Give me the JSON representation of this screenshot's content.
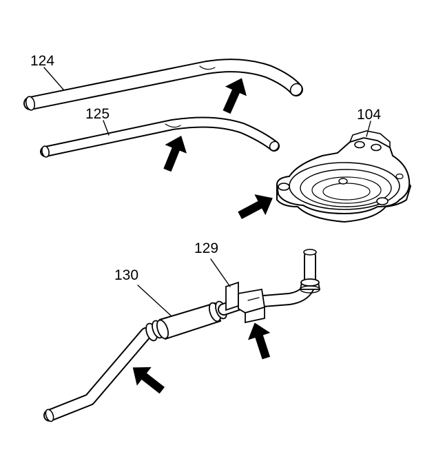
{
  "callouts": {
    "pipe_upper": "124",
    "pipe_lower": "125",
    "cover": "104",
    "bracket": "129",
    "hose_assembly": "130"
  },
  "colors": {
    "line": "#000000",
    "background": "#ffffff"
  }
}
